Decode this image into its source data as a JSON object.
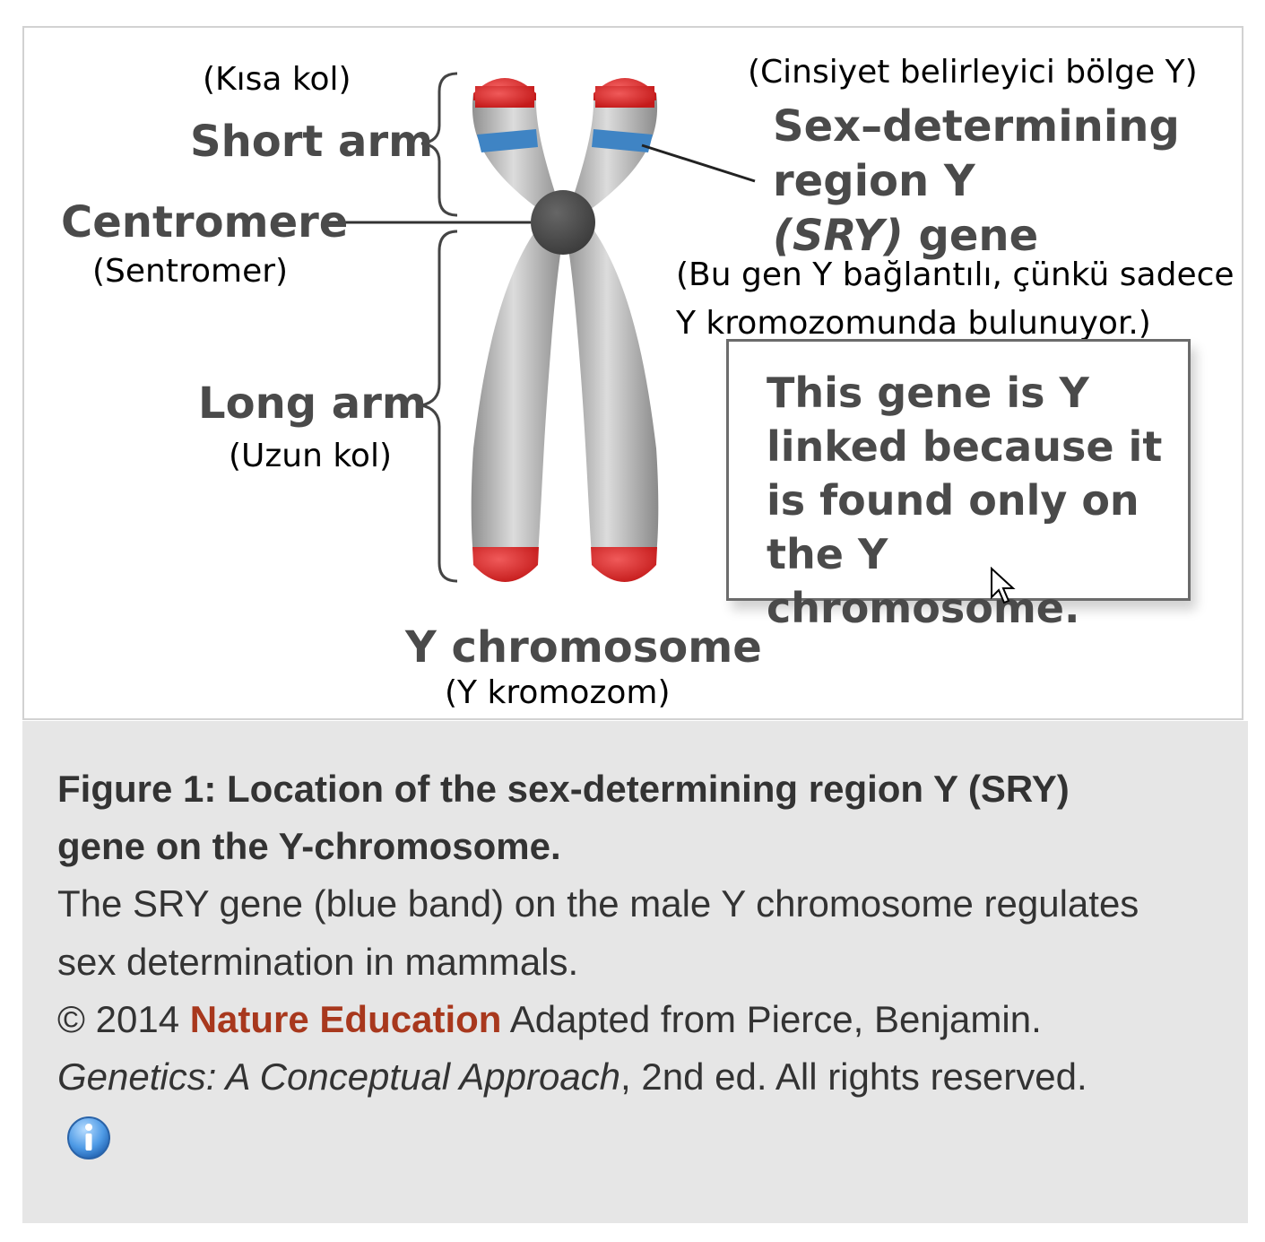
{
  "diagram": {
    "title": "Y chromosome",
    "title_tr": "(Y kromozom)",
    "labels": {
      "short_arm": "Short arm",
      "short_arm_tr": "(Kısa kol)",
      "centromere": "Centromere",
      "centromere_tr": "(Sentromer)",
      "long_arm": "Long arm",
      "long_arm_tr": "(Uzun kol)",
      "sry_line1": "Sex–determining",
      "sry_line2": "region Y",
      "sry_line3_italic": "(SRY)",
      "sry_line3_rest": " gene",
      "sry_tr": "(Cinsiyet belirleyici bölge Y)"
    },
    "callout": {
      "text": "This gene is Y\nlinked because it\nis found only on\nthe Y chromosome.",
      "tr_line1": "(Bu gen Y bağlantılı, çünkü sadece",
      "tr_line2": "Y kromozomunda bulunuyor.)"
    },
    "colors": {
      "chromatid": "#b5b5b5",
      "telomere": "#d62828",
      "sry_band": "#3f84c4",
      "centromere": "#4f4f4f"
    }
  },
  "caption": {
    "title_line1": "Figure 1: Location of the sex-determining region Y (SRY)",
    "title_line2": "gene on the Y-chromosome.",
    "body_line1": "The SRY gene (blue band) on the male Y chromosome regulates",
    "body_line2": "sex determination in mammals.",
    "copyright_prefix": "© 2014 ",
    "brand": "Nature Education",
    "copyright_suffix": " Adapted from Pierce, Benjamin.",
    "book_title": "Genetics: A Conceptual Approach",
    "book_suffix": ", 2nd ed. All rights reserved.",
    "brand_color": "#a8381d",
    "info_icon": "info-icon"
  }
}
